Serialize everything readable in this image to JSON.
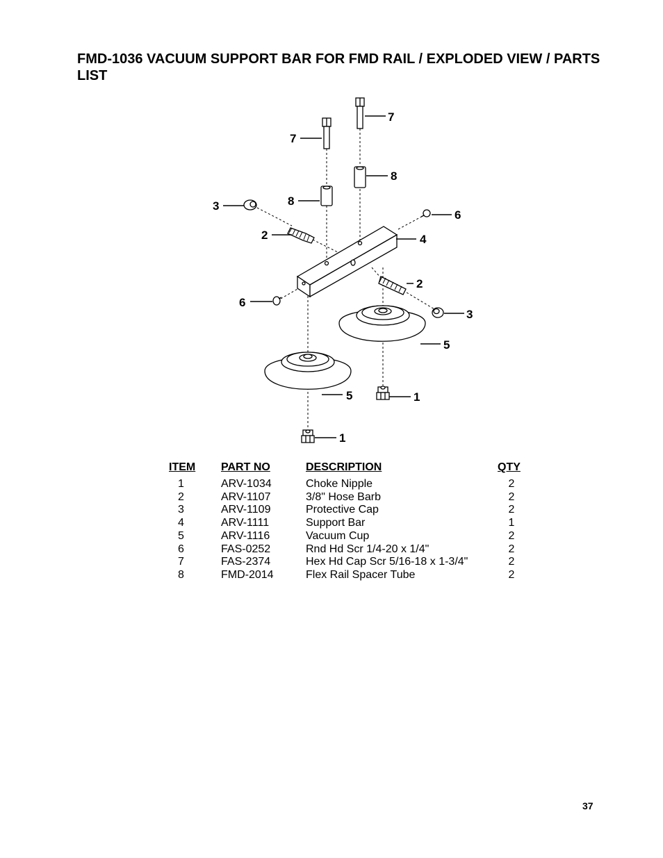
{
  "page": {
    "title": "FMD-1036 VACUUM SUPPORT BAR FOR FMD RAIL / EXPLODED VIEW / PARTS LIST",
    "page_number": "37"
  },
  "diagram": {
    "callouts": [
      "7",
      "7",
      "8",
      "8",
      "3",
      "2",
      "6",
      "4",
      "2",
      "6",
      "3",
      "5",
      "5",
      "1",
      "1"
    ]
  },
  "parts_list": {
    "headers": {
      "item": "ITEM",
      "part_no": "PART NO",
      "description": "DESCRIPTION",
      "qty": "QTY"
    },
    "rows": [
      {
        "item": "1",
        "part_no": "ARV-1034",
        "description": "Choke Nipple",
        "qty": "2"
      },
      {
        "item": "2",
        "part_no": "ARV-1107",
        "description": "3/8\" Hose Barb",
        "qty": "2"
      },
      {
        "item": "3",
        "part_no": "ARV-1109",
        "description": "Protective Cap",
        "qty": "2"
      },
      {
        "item": "4",
        "part_no": "ARV-1111",
        "description": "Support Bar",
        "qty": "1"
      },
      {
        "item": "5",
        "part_no": "ARV-1116",
        "description": "Vacuum Cup",
        "qty": "2"
      },
      {
        "item": "6",
        "part_no": "FAS-0252",
        "description": "Rnd Hd Scr 1/4-20 x 1/4\"",
        "qty": "2"
      },
      {
        "item": "7",
        "part_no": "FAS-2374",
        "description": "Hex Hd Cap Scr 5/16-18 x 1-3/4\"",
        "qty": "2"
      },
      {
        "item": "8",
        "part_no": "FMD-2014",
        "description": "Flex Rail Spacer Tube",
        "qty": "2"
      }
    ]
  }
}
